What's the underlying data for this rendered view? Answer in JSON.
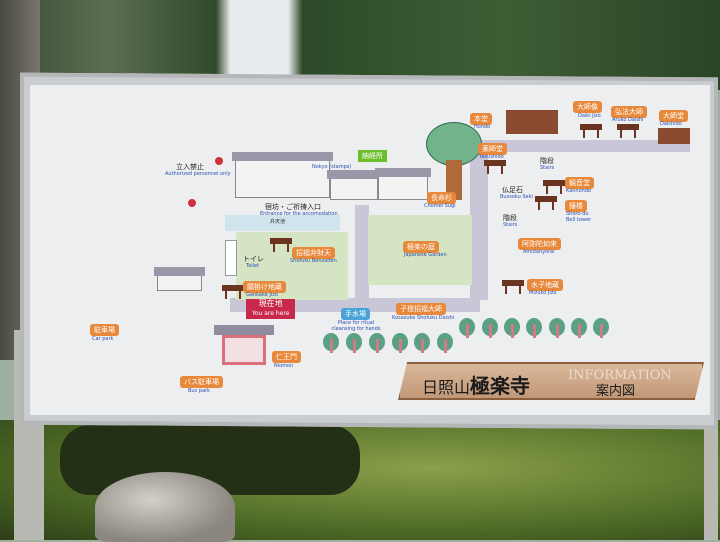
{
  "sign": {
    "title_prefix": "日照山",
    "title_main": "極楽寺",
    "info_en": "INFORMATION",
    "info_jp": "案内図"
  },
  "labels": {
    "no_entry": {
      "jp": "立入禁止",
      "en": "Authorized personnel only"
    },
    "nokyo": {
      "jp": "納経所",
      "en": "Nokyo (stamps)"
    },
    "entrance": {
      "jp": "宿坊・ご祈祷入口",
      "en": "Entrance for the accomodation"
    },
    "benten_pond": {
      "jp": "弁天池"
    },
    "toilet": {
      "jp": "トイレ",
      "en": "Toilet"
    },
    "shofuku": {
      "jp": "招福弁財天",
      "en": "Shofuku Benzaiten"
    },
    "gankake": {
      "jp": "願掛け地蔵",
      "en": "Gankake Jizo"
    },
    "you_are_here": {
      "jp": "現在地",
      "en": "You are here"
    },
    "car_park": {
      "jp": "駐車場",
      "en": "Car park"
    },
    "niomon": {
      "jp": "仁王門",
      "en": "Niomon"
    },
    "bus_park": {
      "jp": "バス駐車場",
      "en": "Bus park"
    },
    "temizuya": {
      "jp": "手水場",
      "en": "Place for ritual cleansing for hands"
    },
    "kosazuke": {
      "jp": "子授招福大師",
      "en": "Kosazuke Shofuku Daishi"
    },
    "japanese_garden": {
      "jp": "極楽の庭",
      "en": "Japanese Garden"
    },
    "chomei": {
      "jp": "長命杉",
      "en": "Chomei Sugi"
    },
    "hondo": {
      "jp": "本堂",
      "en": "Hondo"
    },
    "yakushido": {
      "jp": "薬師堂",
      "en": "Yakushido"
    },
    "stairs": {
      "jp": "階段",
      "en": "Stairs"
    },
    "bussoku": {
      "jp": "仏足石",
      "en": "Bussoku Seki"
    },
    "kannondo": {
      "jp": "観音堂",
      "en": "Kannondo"
    },
    "shoro": {
      "jp": "鐘楼",
      "en": "Shoro-do Bell tower"
    },
    "amida": {
      "jp": "阿弥陀如来",
      "en": "Amidanyorai"
    },
    "mizuko": {
      "jp": "水子地蔵",
      "en": "Mizuko Jizo"
    },
    "daiki": {
      "jp": "大師像",
      "en": "Daiki Jizo"
    },
    "aruko": {
      "jp": "弘法大師",
      "en": "Aruko Daishi"
    },
    "daishido": {
      "jp": "大師堂",
      "en": "Daishido"
    }
  }
}
